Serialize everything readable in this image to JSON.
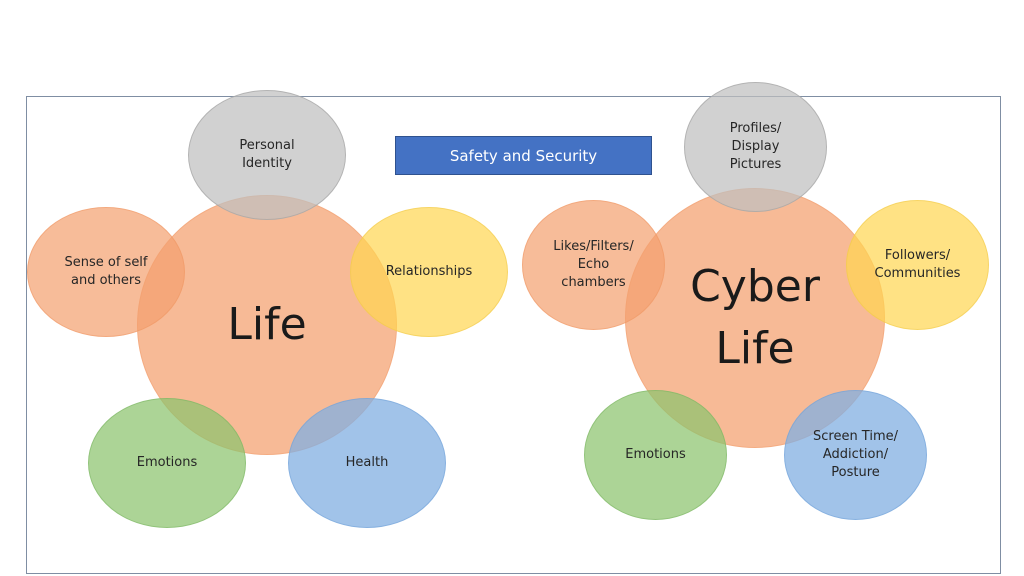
{
  "title": "Safety and Security",
  "life": {
    "center": "Life",
    "satellites": {
      "personal_identity": "Personal\nIdentity",
      "sense_of_self": "Sense of self\nand others",
      "relationships": "Relationships",
      "emotions": "Emotions",
      "health": "Health"
    }
  },
  "cyber_life": {
    "center": "Cyber\nLife",
    "satellites": {
      "profiles": "Profiles/\nDisplay\nPictures",
      "likes": "Likes/Filters/\nEcho\nchambers",
      "followers": "Followers/\nCommunities",
      "emotions": "Emotions",
      "screen_time": "Screen Time/\nAddiction/\nPosture"
    }
  },
  "colors": {
    "title_box": "#4472c4",
    "orange": "#f4a06e",
    "yellow": "#ffd650",
    "green": "#8cc36e",
    "blue": "#82afe1",
    "gray": "#bfbfbf"
  }
}
